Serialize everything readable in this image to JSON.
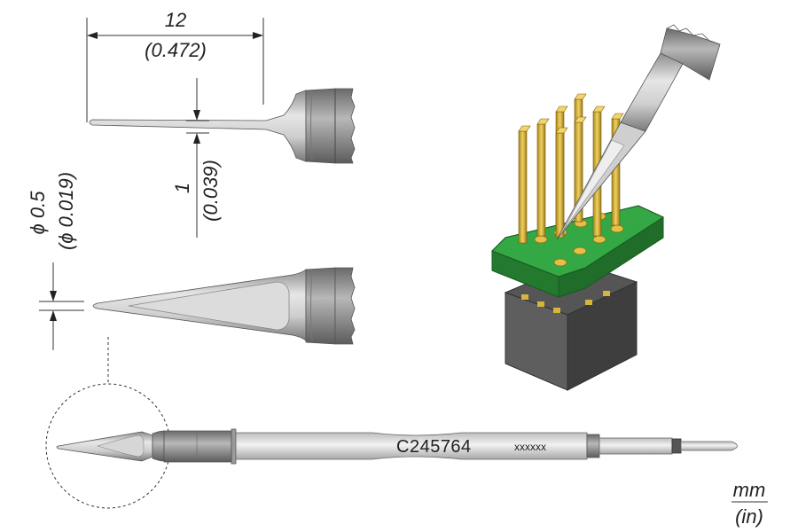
{
  "dimensions": {
    "length_mm": "12",
    "length_in": "(0.472)",
    "thickness_mm": "1",
    "thickness_in": "(0.039)",
    "tip_diameter_mm": "ϕ 0.5",
    "tip_diameter_in": "(ϕ 0.019)"
  },
  "cartridge": {
    "part_number": "C245764",
    "serial_placeholder": "xxxxxx"
  },
  "units": {
    "primary": "mm",
    "secondary": "(in)"
  },
  "colors": {
    "pcb_green": "#2e9a3c",
    "pin_gold": "#d8b53a",
    "component_body": "#4a4a4a",
    "tip_grey": "#bdbdbd"
  }
}
